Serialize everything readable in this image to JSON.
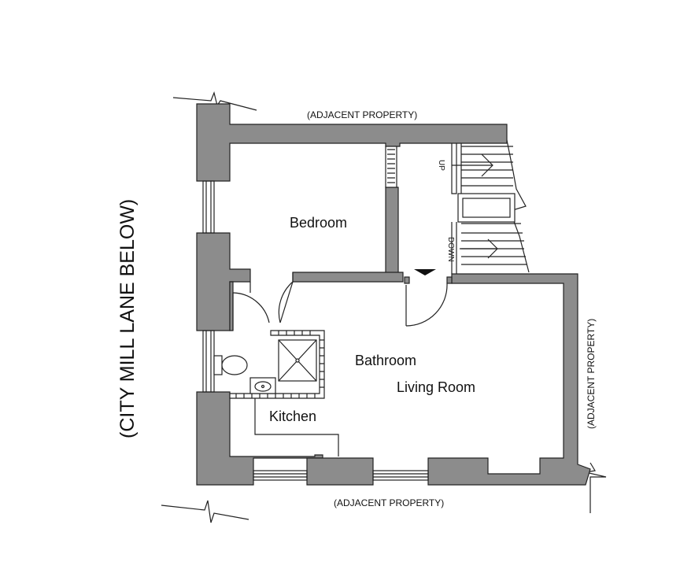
{
  "rooms": {
    "bedroom": "Bedroom",
    "bathroom": "Bathroom",
    "living_room": "Living Room",
    "kitchen": "Kitchen"
  },
  "surroundings": {
    "adjacent_top": "(ADJACENT PROPERTY)",
    "adjacent_bottom": "(ADJACENT PROPERTY)",
    "adjacent_right": "(ADJACENT PROPERTY)",
    "street_left": "(CITY MILL LANE BELOW)"
  },
  "stairs": {
    "up": "UP",
    "down": "DOWN"
  },
  "colors": {
    "wall": "#8c8c8c",
    "line": "#222222"
  }
}
